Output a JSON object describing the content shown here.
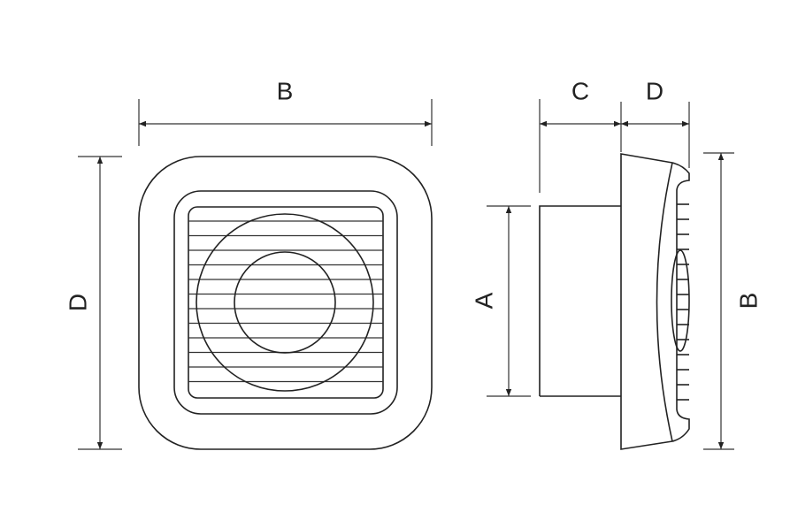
{
  "diagram": {
    "front_view": {
      "width_label": "B",
      "height_label": "D"
    },
    "side_view": {
      "duct_length_label": "C",
      "body_depth_label": "D",
      "duct_diameter_label": "A",
      "height_label": "B"
    }
  }
}
